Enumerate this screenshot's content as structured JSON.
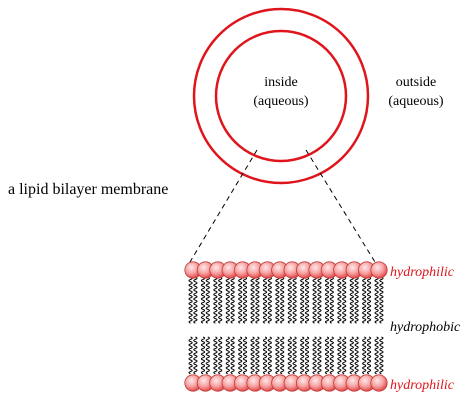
{
  "labels": {
    "inside_line1": "inside",
    "inside_line2": "(aqueous)",
    "outside_line1": "outside",
    "outside_line2": "(aqueous)",
    "caption": "a  lipid bilayer membrane",
    "hydrophilic_top": "hydrophilic",
    "hydrophobic": "hydrophobic",
    "hydrophilic_bottom": "hydrophilic"
  },
  "colors": {
    "membrane_red": "#e0141b",
    "head_fill_light": "#fde8e8",
    "head_fill_mid": "#f7a3a3",
    "head_fill_dark": "#e24a4a",
    "head_stroke": "#c23a3a",
    "tail": "#000000",
    "text": "#000000"
  },
  "lipid_heads_per_row": 16
}
